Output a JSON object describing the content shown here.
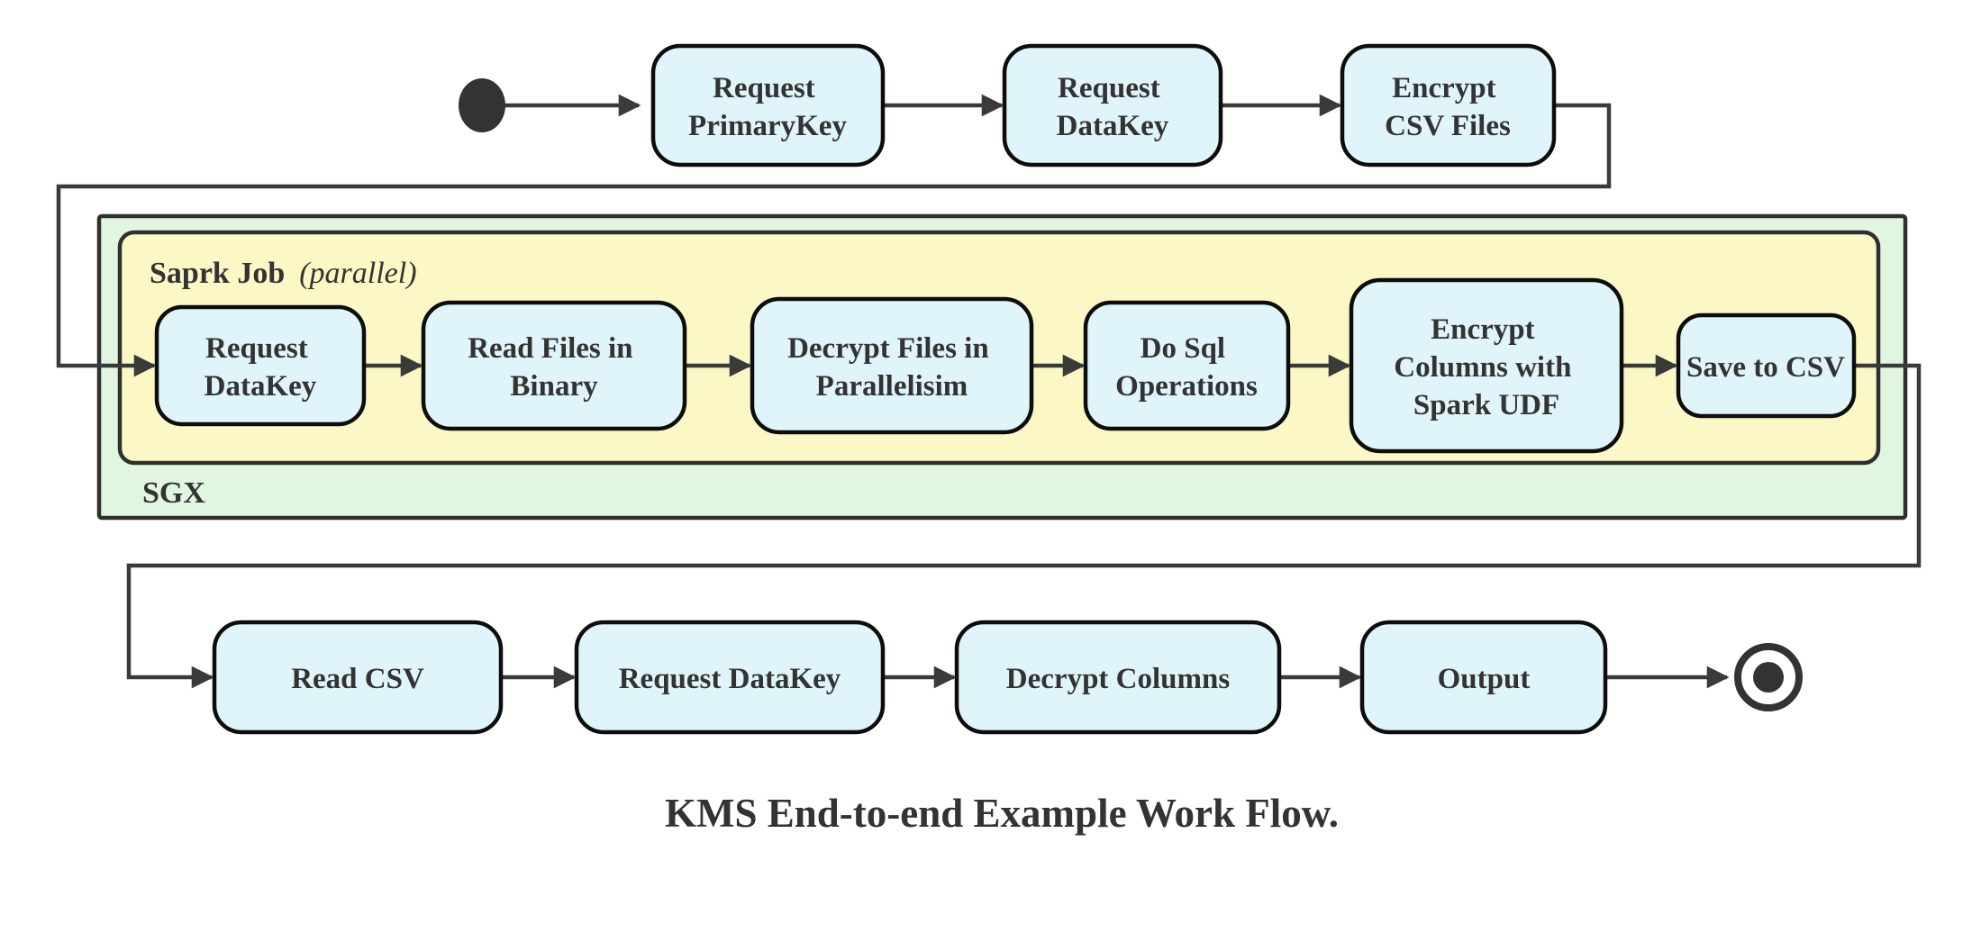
{
  "colors": {
    "background": "#ffffff",
    "node_fill": "#e0f5fa",
    "node_border": "#0d0d0d",
    "sgx_container_fill": "#e1f6e1",
    "spark_container_fill": "#fbf8c5",
    "container_border": "#2f2f2f",
    "edge": "#3a3a3a",
    "text": "#333333"
  },
  "containers": {
    "sgx": {
      "label": "SGX"
    },
    "spark": {
      "label": "Saprk Job",
      "label_suffix": "(parallel)"
    }
  },
  "nodes": {
    "request_primarykey": {
      "lines": [
        "Request",
        "PrimaryKey"
      ]
    },
    "request_datakey_top": {
      "lines": [
        "Request",
        "DataKey"
      ]
    },
    "encrypt_csv_files": {
      "lines": [
        "Encrypt",
        "CSV Files"
      ]
    },
    "request_datakey_sgx": {
      "lines": [
        "Request",
        "DataKey"
      ]
    },
    "read_files_in_binary": {
      "lines": [
        "Read Files in",
        "Binary"
      ]
    },
    "decrypt_files_in_parallelisim": {
      "lines": [
        "Decrypt Files in",
        "Parallelisim"
      ]
    },
    "do_sql_operations": {
      "lines": [
        "Do Sql",
        "Operations"
      ]
    },
    "encrypt_columns_with_spark_udf": {
      "lines": [
        "Encrypt",
        "Columns with",
        "Spark UDF"
      ]
    },
    "save_to_csv": {
      "lines": [
        "Save to CSV"
      ]
    },
    "read_csv": {
      "lines": [
        "Read CSV"
      ]
    },
    "request_datakey_bottom": {
      "lines": [
        "Request DataKey"
      ]
    },
    "decrypt_columns": {
      "lines": [
        "Decrypt Columns"
      ]
    },
    "output": {
      "lines": [
        "Output"
      ]
    }
  },
  "caption": "KMS End-to-end Example Work Flow."
}
